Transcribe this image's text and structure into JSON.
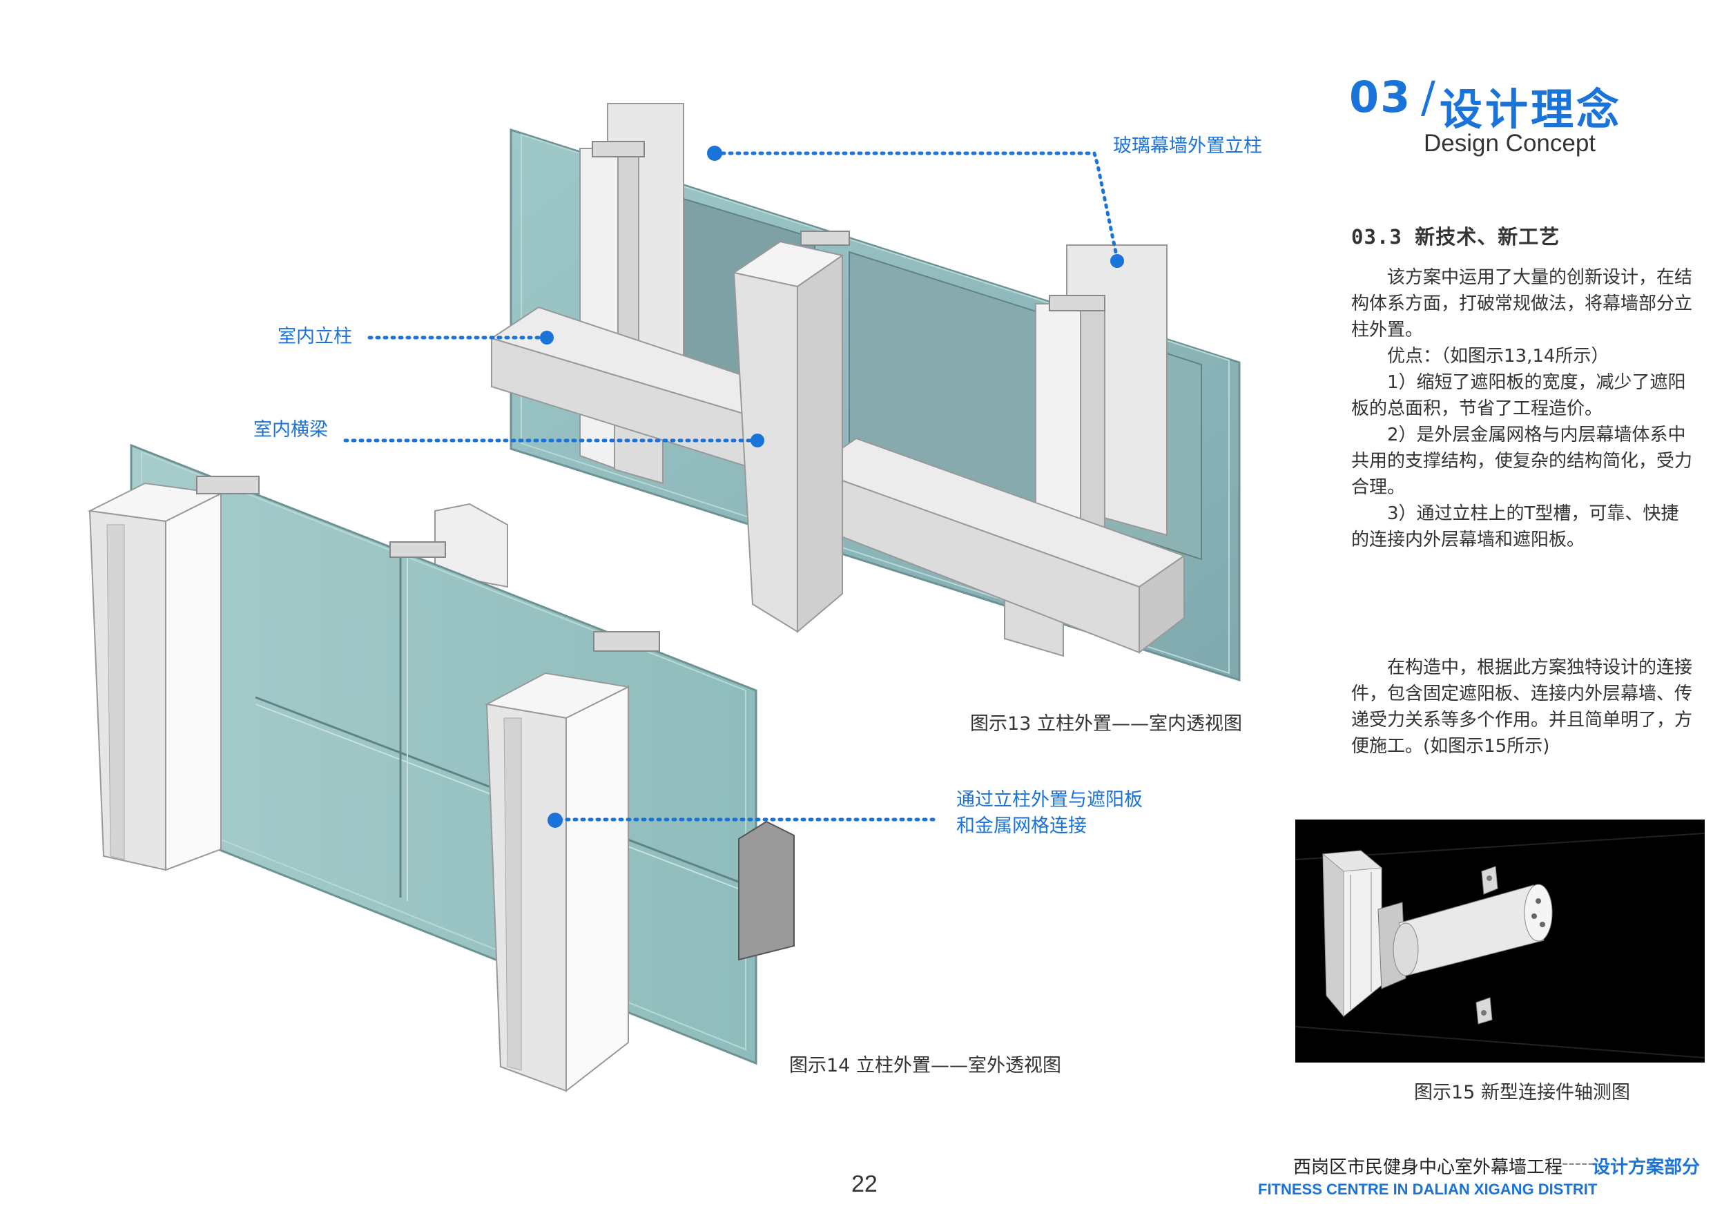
{
  "header": {
    "section_number": "03",
    "slash": "/",
    "section_title": "设计理念",
    "section_subtitle": "Design Concept"
  },
  "content": {
    "subheading": "03.3 新技术、新工艺",
    "paragraph1": [
      "　　该方案中运用了大量的创新设计，在结构体系方面，打破常规做法，将幕墙部分立柱外置。",
      "　　优点：（如图示13,14所示）",
      "　　1）缩短了遮阳板的宽度，减少了遮阳板的总面积，节省了工程造价。",
      "　　2）是外层金属网格与内层幕墙体系中共用的支撑结构，使复杂的结构简化，受力合理。",
      "　　3）通过立柱上的T型槽，可靠、快捷的连接内外层幕墙和遮阳板。"
    ],
    "paragraph2": "　　在构造中，根据此方案独特设计的连接件，包含固定遮阳板、连接内外层幕墙、传递受力关系等多个作用。并且简单明了，方便施工。(如图示15所示)"
  },
  "callouts": {
    "glass_wall_external_mullion": "玻璃幕墙外置立柱",
    "indoor_column": "室内立柱",
    "indoor_beam": "室内横梁",
    "connection_line1": "通过立柱外置与遮阳板",
    "connection_line2": "和金属网格连接"
  },
  "captions": {
    "fig13": "图示13  立柱外置——室内透视图",
    "fig14": "图示14  立柱外置——室外透视图",
    "fig15": "图示15  新型连接件轴测图"
  },
  "footer": {
    "page_number": "22",
    "project_cn": "西岗区市民健身中心室外幕墙工程",
    "dash": "-----",
    "tag": "设计方案部分",
    "project_en": "FITNESS CENTRE IN DALIAN XIGANG DISTRIT"
  },
  "colors": {
    "accent": "#1a73d9",
    "glass": "#8fbcbc",
    "frame": "#e6e6e6"
  }
}
